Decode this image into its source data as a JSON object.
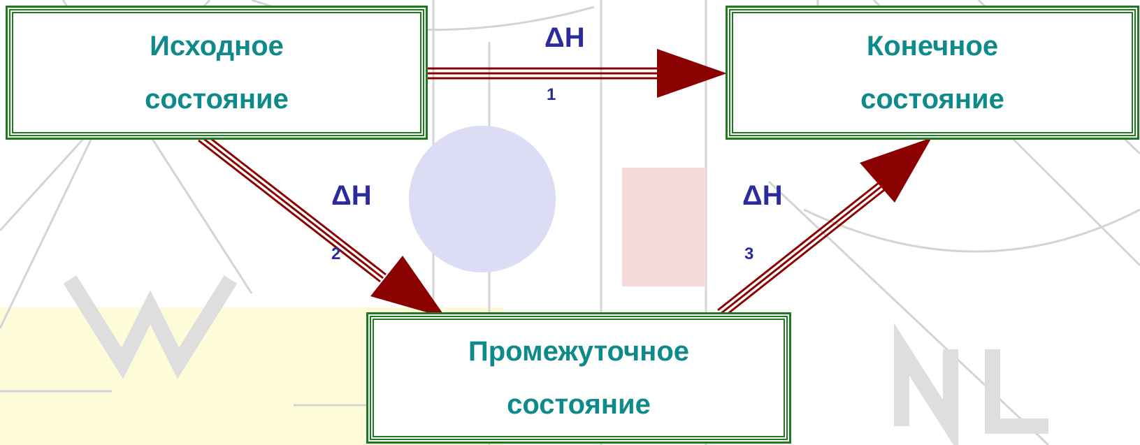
{
  "states": {
    "initial": {
      "line1": "Исходное",
      "line2": "состояние"
    },
    "final": {
      "line1": "Конечное",
      "line2": "состояние"
    },
    "intermediate": {
      "line1": "Промежуточное",
      "line2": "состояние"
    }
  },
  "transitions": {
    "dh1": {
      "symbol": "ΔH",
      "index": "1"
    },
    "dh2": {
      "symbol": "ΔH",
      "index": "2"
    },
    "dh3": {
      "symbol": "ΔH",
      "index": "3"
    }
  },
  "colors": {
    "box_border": "#1f7a1f",
    "state_text": "#0f8a8a",
    "dh_text": "#2b2b9e",
    "arrow": "#8b0000"
  }
}
